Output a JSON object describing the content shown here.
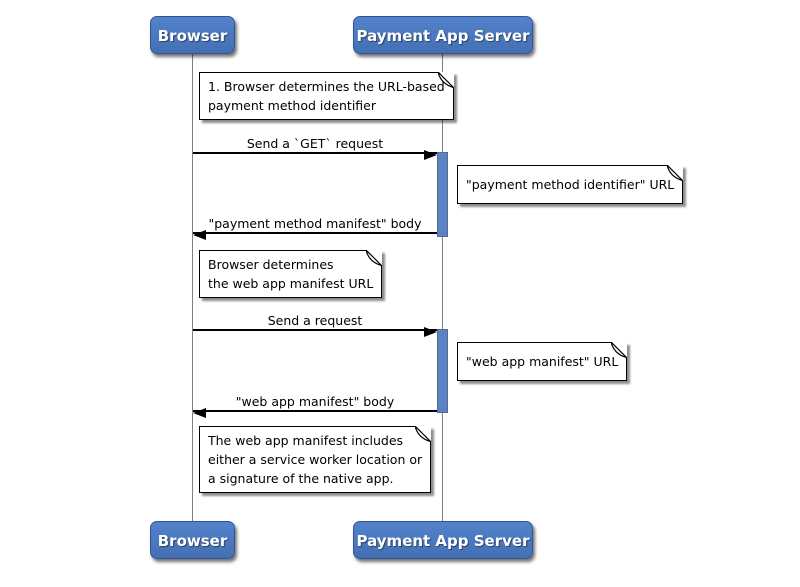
{
  "diagram": {
    "actors": [
      {
        "label": "Browser"
      },
      {
        "label": "Payment App Server"
      }
    ],
    "messages": [
      {
        "label": "Send a `GET` request",
        "direction": "right"
      },
      {
        "label": "\"payment method manifest\" body",
        "direction": "left"
      },
      {
        "label": "Send a request",
        "direction": "right"
      },
      {
        "label": "\"web app manifest\" body",
        "direction": "left"
      }
    ],
    "notes": [
      {
        "text": "1. Browser determines the URL-based\npayment method identifier"
      },
      {
        "text": "\"payment method identifier\" URL"
      },
      {
        "text": "Browser determines\nthe web app manifest URL"
      },
      {
        "text": "\"web app manifest\" URL"
      },
      {
        "text": "The web app manifest includes\neither a service worker location or\na signature of the native app."
      }
    ],
    "colors": {
      "background": "#ffffff",
      "actor_fill_top": "#5383cc",
      "actor_fill_bottom": "#446fb3",
      "actor_border": "#2f5693",
      "actor_text": "#ffffff",
      "activation_fill": "#5c82c6",
      "activation_border": "#5a6b85",
      "lifeline": "#808080",
      "note_fill": "#ffffff",
      "note_border": "#000000",
      "message_color": "#000000"
    }
  }
}
